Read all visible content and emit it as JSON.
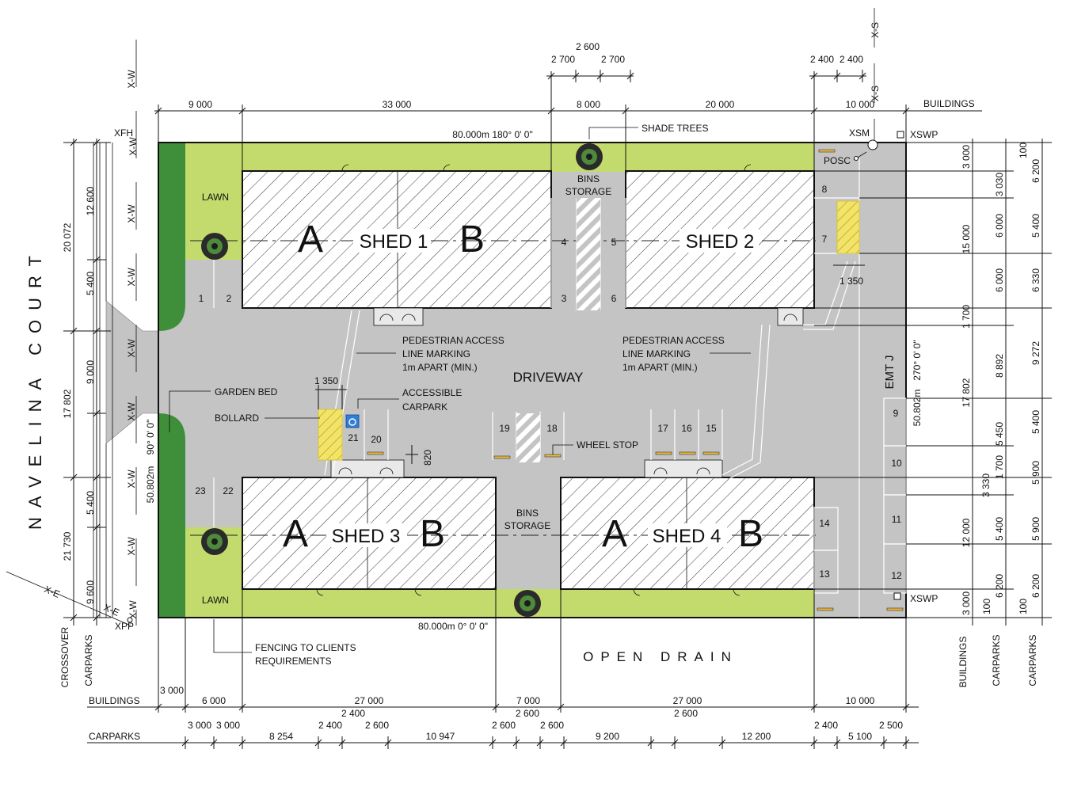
{
  "colors": {
    "driveway": "#c4c4c4",
    "lawn": "#c3db6c",
    "garden": "#3f8f3a",
    "hatch_bay": "#f2e36a",
    "accessible_sign": "#2f7fd6"
  },
  "road": {
    "name": "NAVELINA COURT"
  },
  "drain": {
    "name": "OPEN DRAIN"
  },
  "sheds": [
    {
      "name": "SHED 1",
      "unit_a": "A",
      "unit_b": "B"
    },
    {
      "name": "SHED 2"
    },
    {
      "name": "SHED 3",
      "unit_a": "A",
      "unit_b": "B"
    },
    {
      "name": "SHED 4",
      "unit_a": "A",
      "unit_b": "B"
    }
  ],
  "areas": {
    "lawn": "LAWN",
    "bins_storage": [
      "BINS",
      "STORAGE"
    ],
    "driveway": "DRIVEWAY",
    "emt": "EMT J"
  },
  "callouts": {
    "shade_trees": "SHADE TREES",
    "garden_bed": "GARDEN BED",
    "bollard": "BOLLARD",
    "accessible_carpark": [
      "ACCESSIBLE",
      "CARPARK"
    ],
    "pedestrian_access": [
      "PEDESTRIAN ACCESS",
      "LINE MARKING",
      "1m APART (MIN.)"
    ],
    "wheel_stop": "WHEEL STOP",
    "fencing": [
      "FENCING TO CLIENTS",
      "REQUIREMENTS"
    ]
  },
  "bearings": {
    "top": "80.000m   180° 0' 0\"",
    "bottom": "80.000m   0° 0' 0\"",
    "left": [
      "90° 0' 0\"",
      "50.802m"
    ],
    "right": [
      "270° 0' 0\"",
      "50.802m"
    ]
  },
  "services": {
    "xfh": "XFH",
    "xsm": "XSM",
    "xswp": "XSWP",
    "posc": "POSC",
    "xpp": "XPP",
    "xw": "X-W",
    "xs": "X-S",
    "xe": "X-E"
  },
  "parking_numbers": [
    "1",
    "2",
    "3",
    "4",
    "5",
    "6",
    "7",
    "8",
    "9",
    "10",
    "11",
    "12",
    "13",
    "14",
    "15",
    "16",
    "17",
    "18",
    "19",
    "20",
    "21",
    "22",
    "23"
  ],
  "dimensions": {
    "top_row": [
      "9 000",
      "33 000",
      "8 000",
      "20 000",
      "10 000"
    ],
    "top_row_label": "BUILDINGS",
    "top_extra": [
      "2 600",
      "2 700",
      "2 700",
      "2 400",
      "2 400"
    ],
    "bottom_buildings": [
      "3 000",
      "6 000",
      "27 000",
      "7 000",
      "27 000",
      "10 000"
    ],
    "bottom_buildings_label": "BUILDINGS",
    "bottom_carparks": [
      "3 000",
      "3 000",
      "8 254",
      "2 400",
      "2 600",
      "10 947",
      "2 600",
      "2 600",
      "9 200",
      "12 200",
      "2 400",
      "5 100",
      "2 500"
    ],
    "bottom_carparks_upper": [
      "2 400",
      "2 600",
      "2 600"
    ],
    "bottom_carparks_label": "CARPARKS",
    "left_outer": [
      "20 072",
      "17 802",
      "21 730"
    ],
    "left_inner": [
      "12 600",
      "5 400",
      "9 000",
      "5 400",
      "9 600"
    ],
    "left_labels": [
      "CROSSOVER",
      "CARPARKS"
    ],
    "right_1": [
      "3 000",
      "15 000",
      "1 700",
      "17 802",
      "3 330",
      "12 000",
      "3 000"
    ],
    "right_2": [
      "3 030",
      "6 000",
      "6 000",
      "8 892",
      "5 450",
      "1 700",
      "5 400",
      "6 200",
      "100"
    ],
    "right_3": [
      "100",
      "6 200",
      "5 400",
      "6 330",
      "9 272",
      "5 400",
      "5 900",
      "5 900",
      "6 200",
      "100"
    ],
    "right_labels": [
      "BUILDINGS",
      "CARPARKS",
      "CARPARKS"
    ],
    "misc": [
      "1 350",
      "1 350",
      "820"
    ]
  }
}
